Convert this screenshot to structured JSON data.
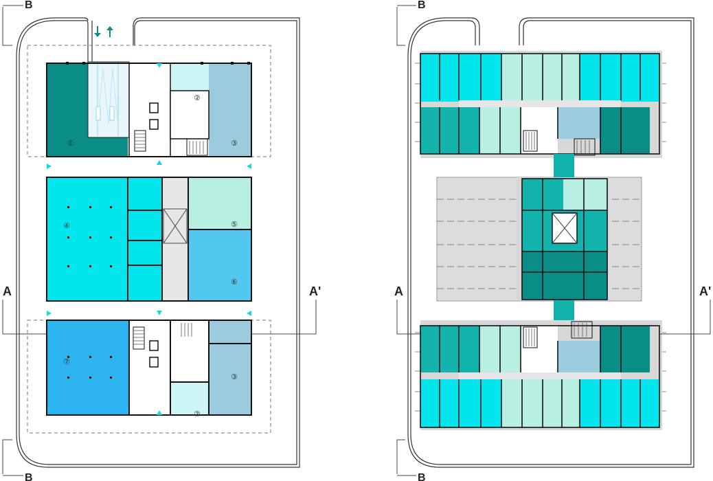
{
  "colors": {
    "dark_teal": "#0a8c87",
    "mid_teal": "#12b3ad",
    "cyan": "#00e6ec",
    "pale_mint": "#b8efe3",
    "pale_blue": "#cdf4f7",
    "light_blue": "#52c8f0",
    "bright_blue": "#2bb4f0",
    "steel_blue": "#9ccbdd",
    "wall": "#111111",
    "plaza": "#dcdcdc",
    "corridor": "#e6e6e6"
  },
  "left_plan": {
    "section_marks": {
      "top": "B",
      "bottom": "B",
      "left": "A",
      "right": "A'"
    },
    "zones": [
      {
        "label": "①"
      },
      {
        "label": "②"
      },
      {
        "label": "③"
      },
      {
        "label": "④"
      },
      {
        "label": "⑤"
      },
      {
        "label": "⑥"
      },
      {
        "label": "⑦"
      },
      {
        "label": "③"
      },
      {
        "label": "②"
      }
    ]
  },
  "right_plan": {
    "section_marks": {
      "top": "B",
      "bottom": "B",
      "left": "A",
      "right": "A'"
    }
  },
  "icons": [
    "entry-arrow-down-icon",
    "exit-arrow-up-icon",
    "entrance-triangle-icon",
    "stair-icon",
    "door-swing-icon"
  ]
}
